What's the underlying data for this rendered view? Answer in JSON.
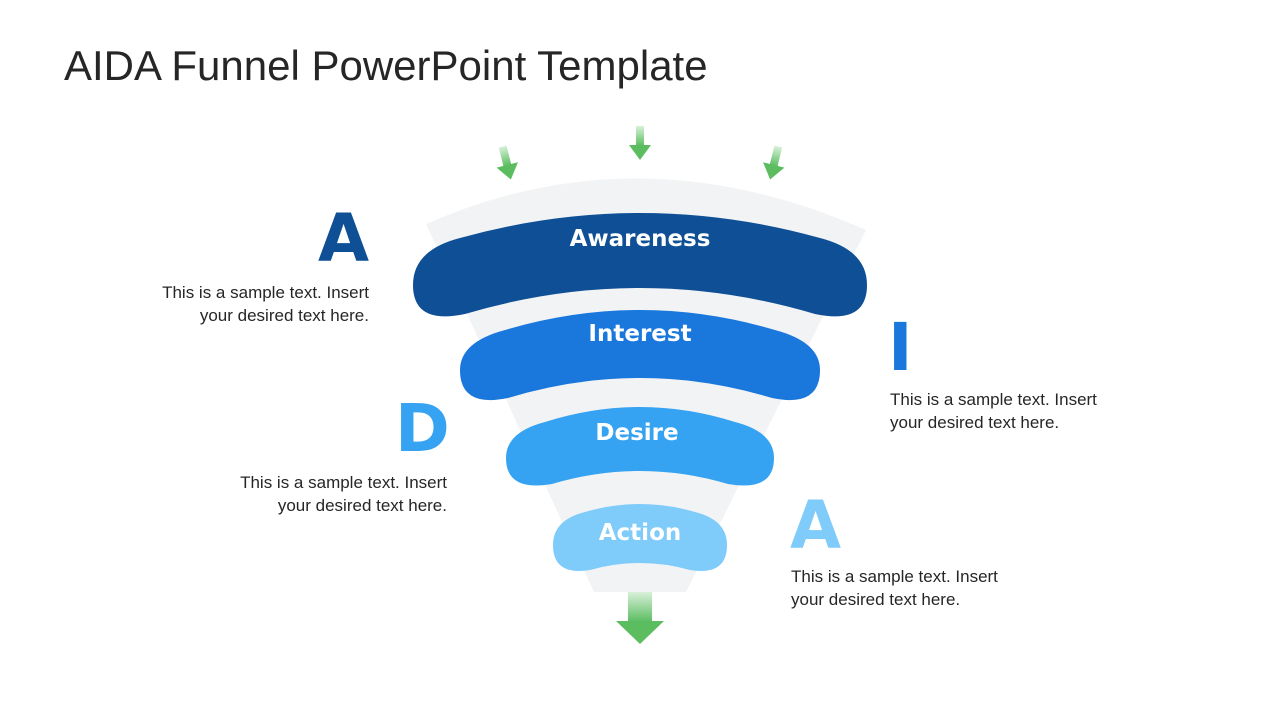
{
  "title": "AIDA Funnel PowerPoint Template",
  "colors": {
    "awareness": "#0f4f96",
    "interest": "#1a78dd",
    "desire": "#36a3f2",
    "action": "#7fcbfa",
    "funnel_bg": "#f2f3f4",
    "arrow": "#6bc26e"
  },
  "stages": [
    {
      "label": "Awareness",
      "letter": "A",
      "text": [
        "This is a sample text. Insert",
        "your desired text here."
      ]
    },
    {
      "label": "Interest",
      "letter": "I",
      "text": [
        "This is a sample text. Insert",
        "your desired text here."
      ]
    },
    {
      "label": "Desire",
      "letter": "D",
      "text": [
        "This is a sample text. Insert",
        "your desired text here."
      ]
    },
    {
      "label": "Action",
      "letter": "A",
      "text": [
        "This is a sample text. Insert",
        "your desired text here."
      ]
    }
  ],
  "icons": [
    "arrow-down-icon"
  ]
}
